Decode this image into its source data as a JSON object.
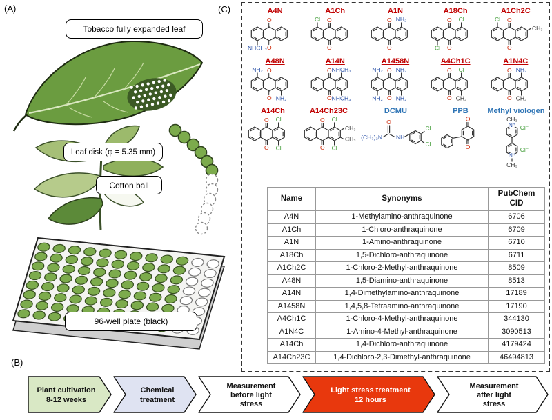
{
  "panel_a": {
    "label": "(A)",
    "leaf_label": "Tobacco fully expanded leaf",
    "disk_label": "Leaf disk (φ = 5.35 mm)",
    "cotton_label": "Cotton ball",
    "plate_label": "96-well plate (black)"
  },
  "panel_b": {
    "label": "(B)",
    "steps": [
      {
        "lines": [
          "Plant cultivation",
          "8-12 weeks"
        ],
        "fill": "#d9e8c5",
        "text_color": "#111111"
      },
      {
        "lines": [
          "Chemical",
          "treatment"
        ],
        "fill": "#dfe3f2",
        "text_color": "#111111"
      },
      {
        "lines": [
          "Measurement",
          "before light",
          "stress"
        ],
        "fill": "#ffffff",
        "text_color": "#111111"
      },
      {
        "lines": [
          "Light stress treatment",
          "12 hours"
        ],
        "fill": "#e8380d",
        "text_color": "#ffffff"
      },
      {
        "lines": [
          "Measurement",
          "after light",
          "stress"
        ],
        "fill": "#ffffff",
        "text_color": "#111111"
      }
    ]
  },
  "panel_c": {
    "label": "(C)",
    "compounds": [
      {
        "name": "A4N",
        "color": "#c00000",
        "type": "aq",
        "subs": [
          {
            "pos": "lb",
            "text": "NHCH₃",
            "color": "#2b52a8"
          }
        ]
      },
      {
        "name": "A1Ch",
        "color": "#c00000",
        "type": "aq",
        "subs": [
          {
            "pos": "lt",
            "text": "Cl",
            "color": "#3f9b35"
          }
        ]
      },
      {
        "name": "A1N",
        "color": "#c00000",
        "type": "aq",
        "subs": [
          {
            "pos": "rt",
            "text": "NH₂",
            "color": "#2b52a8"
          }
        ]
      },
      {
        "name": "A18Ch",
        "color": "#c00000",
        "type": "aq",
        "subs": [
          {
            "pos": "rt",
            "text": "Cl",
            "color": "#3f9b35"
          },
          {
            "pos": "lb",
            "text": "Cl",
            "color": "#3f9b35"
          }
        ]
      },
      {
        "name": "A1Ch2C",
        "color": "#c00000",
        "type": "aq",
        "subs": [
          {
            "pos": "lt",
            "text": "Cl",
            "color": "#3f9b35"
          },
          {
            "pos": "rs",
            "text": "CH₃",
            "color": "#333333"
          }
        ]
      },
      {
        "name": "A48N",
        "color": "#c00000",
        "type": "aq",
        "subs": [
          {
            "pos": "lt",
            "text": "NH₂",
            "color": "#2b52a8"
          },
          {
            "pos": "rb",
            "text": "NH₂",
            "color": "#2b52a8"
          }
        ]
      },
      {
        "name": "A14N",
        "color": "#c00000",
        "type": "aq",
        "subs": [
          {
            "pos": "rt",
            "text": "NHCH₃",
            "color": "#2b52a8"
          },
          {
            "pos": "rb",
            "text": "NHCH₃",
            "color": "#2b52a8"
          }
        ]
      },
      {
        "name": "A1458N",
        "color": "#c00000",
        "type": "aq",
        "subs": [
          {
            "pos": "lt",
            "text": "NH₂",
            "color": "#2b52a8"
          },
          {
            "pos": "lb",
            "text": "NH₂",
            "color": "#2b52a8"
          },
          {
            "pos": "rt",
            "text": "NH₂",
            "color": "#2b52a8"
          },
          {
            "pos": "rb",
            "text": "NH₂",
            "color": "#2b52a8"
          }
        ]
      },
      {
        "name": "A4Ch1C",
        "color": "#c00000",
        "type": "aq",
        "subs": [
          {
            "pos": "rt",
            "text": "Cl",
            "color": "#3f9b35"
          },
          {
            "pos": "rb",
            "text": "CH₃",
            "color": "#333333"
          }
        ]
      },
      {
        "name": "A1N4C",
        "color": "#c00000",
        "type": "aq",
        "subs": [
          {
            "pos": "rt",
            "text": "NH₂",
            "color": "#2b52a8"
          },
          {
            "pos": "rb",
            "text": "CH₃",
            "color": "#333333"
          }
        ]
      },
      {
        "name": "A14Ch",
        "color": "#c00000",
        "type": "aq",
        "subs": [
          {
            "pos": "rt",
            "text": "Cl",
            "color": "#3f9b35"
          },
          {
            "pos": "rb",
            "text": "Cl",
            "color": "#3f9b35"
          }
        ]
      },
      {
        "name": "A14Ch23C",
        "color": "#c00000",
        "type": "aq",
        "subs": [
          {
            "pos": "rt",
            "text": "Cl",
            "color": "#3f9b35"
          },
          {
            "pos": "rs",
            "text": "CH₃",
            "color": "#333333"
          },
          {
            "pos": "rs2",
            "text": "CH₃",
            "color": "#333333"
          },
          {
            "pos": "rb",
            "text": "Cl",
            "color": "#3f9b35"
          }
        ]
      },
      {
        "name": "DCMU",
        "color": "#2e74b5",
        "type": "dcmu",
        "labels": [
          "(CH₃)₂N",
          "NH",
          "O",
          "Cl",
          "Cl"
        ]
      },
      {
        "name": "PPB",
        "color": "#2e74b5",
        "type": "ppb",
        "labels": [
          "O",
          "O"
        ]
      },
      {
        "name": "Methyl viologen",
        "color": "#2e74b5",
        "type": "mv",
        "labels": [
          "CH₃",
          "N⁺",
          "Cl⁻",
          "Cl⁻",
          "N⁺",
          "CH₃"
        ]
      }
    ],
    "table": {
      "headers": [
        "Name",
        "Synonyms",
        "PubChem CID"
      ],
      "rows": [
        [
          "A4N",
          "1-Methylamino-anthraquinone",
          "6706"
        ],
        [
          "A1Ch",
          "1-Chloro-anthraquinone",
          "6709"
        ],
        [
          "A1N",
          "1-Amino-anthraquinone",
          "6710"
        ],
        [
          "A18Ch",
          "1,5-Dichloro-anthraquinone",
          "6711"
        ],
        [
          "A1Ch2C",
          "1-Chloro-2-Methyl-anthraquinone",
          "8509"
        ],
        [
          "A48N",
          "1,5-Diamino-anthraquinone",
          "8513"
        ],
        [
          "A14N",
          "1,4-Dimethylamino-anthraquinone",
          "17189"
        ],
        [
          "A1458N",
          "1,4,5,8-Tetraamino-anthraquinone",
          "17190"
        ],
        [
          "A4Ch1C",
          "1-Chloro-4-Methyl-anthraquinone",
          "344130"
        ],
        [
          "A1N4C",
          "1-Amino-4-Methyl-anthraquinone",
          "3090513"
        ],
        [
          "A14Ch",
          "1,4-Dichloro-anthraquinone",
          "4179424"
        ],
        [
          "A14Ch23C",
          "1,4-Dichloro-2,3-Dimethyl-anthraquinone",
          "46494813"
        ]
      ]
    }
  }
}
